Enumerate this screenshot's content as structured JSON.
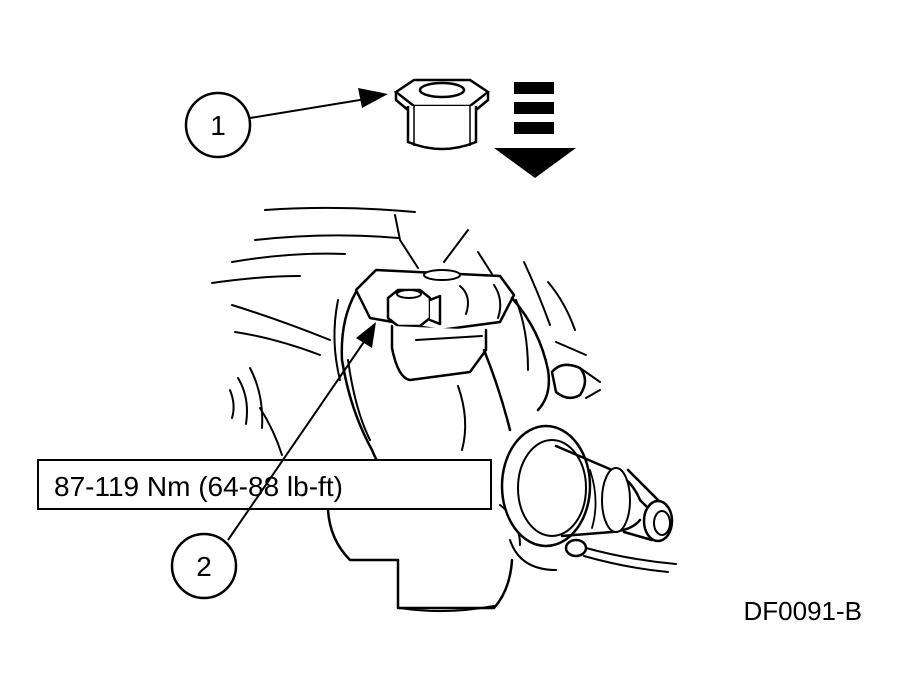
{
  "callouts": [
    {
      "number": "1"
    },
    {
      "number": "2"
    }
  ],
  "torque_spec": "87-119 Nm (64-88 lb-ft)",
  "figure_id": "DF0091-B",
  "colors": {
    "line": "#000000",
    "background": "#ffffff"
  }
}
